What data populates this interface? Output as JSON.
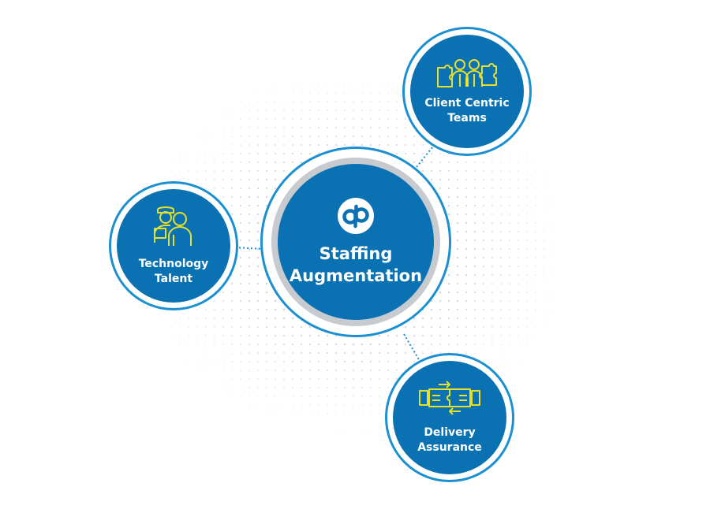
{
  "colors": {
    "primary_blue": "#0a72b3",
    "ring_blue": "#1a8fd1",
    "icon_yellow": "#e6e02a",
    "dot_gray": "#d7dadd"
  },
  "center": {
    "logo_icon": "dp-logo-icon",
    "title": "Staffing\nAugmentation"
  },
  "nodes": [
    {
      "id": "client-centric-teams",
      "label": "Client Centric\nTeams",
      "icon": "team-puzzle-icon"
    },
    {
      "id": "technology-talent",
      "label": "Technology\nTalent",
      "icon": "worker-person-icon"
    },
    {
      "id": "delivery-assurance",
      "label": "Delivery\nAssurance",
      "icon": "handshake-puzzle-icon"
    }
  ]
}
